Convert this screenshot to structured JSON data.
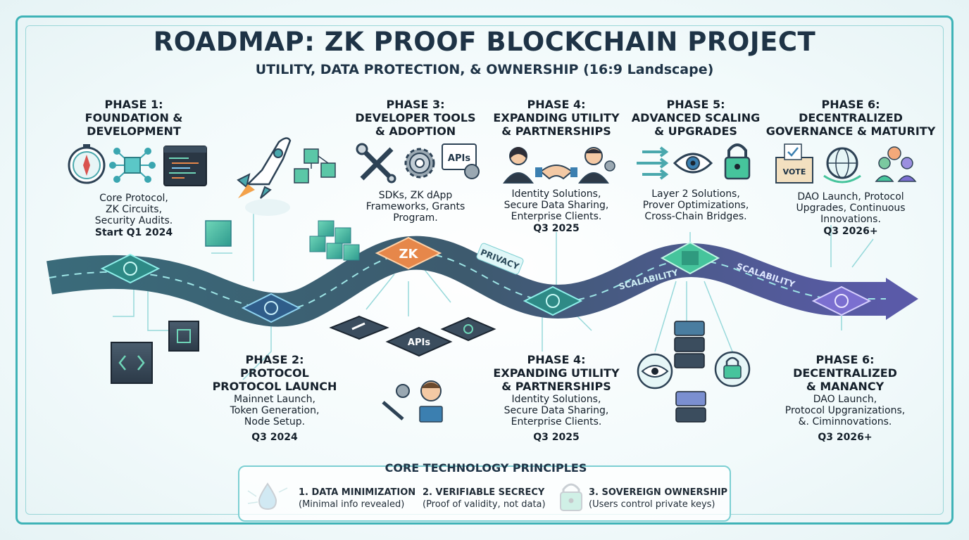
{
  "title": "ROADMAP: ZK PROOF BLOCKCHAIN PROJECT",
  "subtitle": "UTILITY, DATA PROTECTION, & OWNERSHIP (16:9 Landscape)",
  "phases_top": [
    {
      "title": "PHASE 1:\nFOUNDATION &\nDEVELOPMENT",
      "desc": "Core Protocol,\nZK Circuits,\nSecurity Audits.",
      "date": "Start Q1 2024"
    },
    {
      "title": "PHASE 3:\nDEVELOPER TOOLS\n& ADOPTION",
      "desc": "SDKs, ZK dApp\nFrameworks, Grants\nProgram.",
      "date": ""
    },
    {
      "title": "PHASE 4:\nEXPANDING UTILITY\n& PARTNERSHIPS",
      "desc": "Identity Solutions,\nSecure Data Sharing,\nEnterprise Clients.",
      "date": "Q3 2025"
    },
    {
      "title": "PHASE 5:\nADVANCED SCALING\n& UPGRADES",
      "desc": "Layer 2 Solutions,\nProver Optimizations,\nCross-Chain Bridges.",
      "date": ""
    },
    {
      "title": "PHASE 6:\nDECENTRALIZED\nGOVERNANCE & MATURITY",
      "desc": "DAO Launch, Protocol\nUpgrades, Continuous\nInnovations.",
      "date": "Q3 2026+"
    }
  ],
  "phases_bottom": [
    {
      "title": "PHASE 2:\nPROTOCOL\nPROTOCOL LAUNCH",
      "desc": "Mainnet Launch,\nToken Generation,\nNode Setup.",
      "date": "Q3 2024"
    },
    {
      "title": "PHASE 4:\nEXPANDING UTILITY\n& PARTNERSHIPS",
      "desc": "Identity Solutions,\nSecure Data Sharing,\nEnterprise Clients.",
      "date": "Q3 2025"
    },
    {
      "title": "PHASE 6:\nDECENTRALIZED\n& MANANCY",
      "desc": "DAO Launch,\nProtocol Upgranizations,\n&. Ciminnovations.",
      "date": "Q3 2026+"
    }
  ],
  "road_labels": {
    "zk": "ZK",
    "privacy": "PRIVACY",
    "scalability1": "SCALABILITY",
    "scalability2": "SCALABILITY"
  },
  "icon_labels": {
    "apis_top": "APIs",
    "apis_bottom": "APIs",
    "vote": "VOTE"
  },
  "principles": {
    "title": "CORE TECHNOLOGY PRINCIPLES",
    "items": [
      {
        "title": "1. DATA MINIMIZATION",
        "desc": "(Minimal info revealed)",
        "icon": "data-drop-icon"
      },
      {
        "title": "2. VERIFIABLE SECRECY",
        "desc": "(Proof of validity, not data)",
        "icon": ""
      },
      {
        "title": "3. SOVEREIGN OWNERSHIP",
        "desc": "(Users control private keys)",
        "icon": "padlock-icon"
      }
    ]
  },
  "colors": {
    "teal": "#3fb3b7",
    "road": "#3d5466",
    "zk": "#e6874a",
    "purple": "#7b6fd0",
    "navy": "#1e3346"
  }
}
